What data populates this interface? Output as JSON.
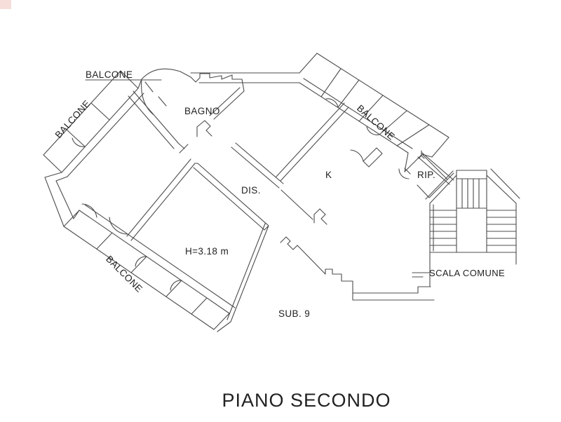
{
  "plan": {
    "line_color": "#4c4c4c",
    "text_color": "#222222",
    "watermark_color": "#f6dedb",
    "labels": {
      "balcone_top": "BALCONE",
      "balcone_left": "BALCONE",
      "balcone_top_right": "BALCONE",
      "balcone_bottom_left": "BALCONE",
      "bagno": "BAGNO",
      "dis": "DIS.",
      "kitchen": "K",
      "rip": "RIP.",
      "height_note": "H=3.18 m",
      "sub_unit": "SUB. 9",
      "stairs": "SCALA COMUNE"
    }
  },
  "footer": {
    "floor_title": "PIANO SECONDO"
  }
}
